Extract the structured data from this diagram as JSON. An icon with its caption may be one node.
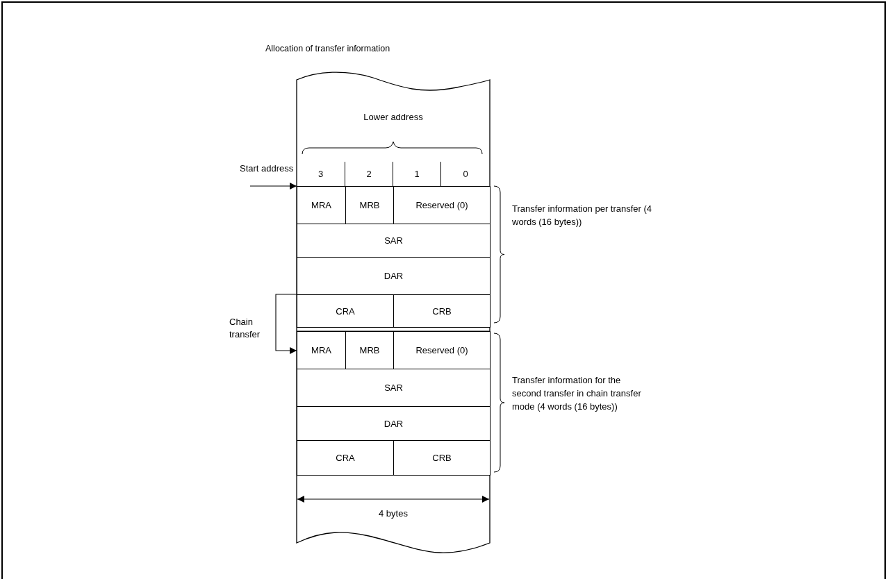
{
  "diagram": {
    "title": "Allocation of transfer information",
    "nodes": [
      {
        "text": [
          "Lower address"
        ]
      },
      {
        "text": [
          "3"
        ],
        "in": 0
      },
      {
        "text": [
          "2"
        ],
        "in": 0
      },
      {
        "text": [
          "1"
        ],
        "in": 0
      },
      {
        "text": [
          "0"
        ],
        "in": 0
      },
      {
        "text": [
          "MRA"
        ],
        "in": 0
      },
      {
        "text": [
          "MRB"
        ],
        "in": 0
      },
      {
        "text": [
          "Reserved (0)"
        ],
        "in": 0
      },
      {
        "text": [
          "SAR"
        ],
        "in": 0
      },
      {
        "text": [
          "DAR"
        ],
        "in": 0
      },
      {
        "text": [
          "CRA"
        ],
        "in": 0
      },
      {
        "text": [
          "CRB"
        ],
        "in": 0
      },
      {
        "text": [
          "MRA"
        ],
        "in": 0
      },
      {
        "text": [
          "MRB"
        ],
        "in": 0
      },
      {
        "text": [
          "Reserved (0)"
        ],
        "in": 0
      },
      {
        "text": [
          "SAR"
        ],
        "in": 0
      },
      {
        "text": [
          "DAR"
        ],
        "in": 0
      },
      {
        "text": [
          "CRA"
        ],
        "in": 0
      },
      {
        "text": [
          "CRB"
        ],
        "in": 0
      }
    ],
    "edges": [
      {
        "from": null,
        "to": 5,
        "arrow": "to"
      },
      {
        "from": 10,
        "to": 12,
        "arrow": "to",
        "label": "Chain transfer"
      }
    ],
    "labels": [
      "Start address",
      "Transfer information per transfer (4 words (16 bytes))",
      "Transfer information for the second transfer in chain transfer mode (4 words (16 bytes))",
      "4 bytes"
    ]
  }
}
